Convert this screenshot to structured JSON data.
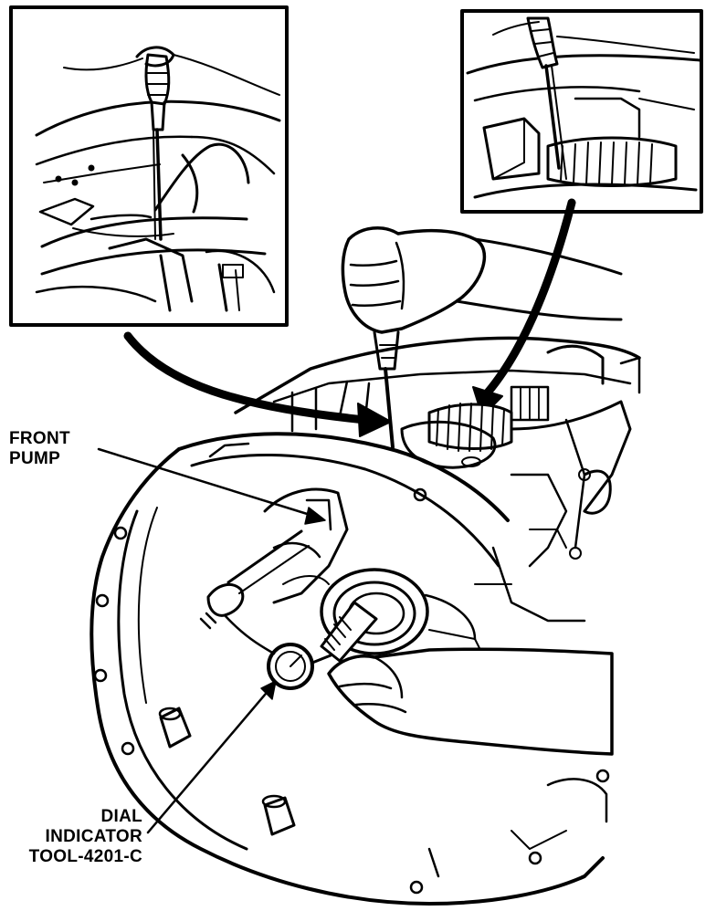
{
  "labels": {
    "front_pump": {
      "line1": "FRONT",
      "line2": "PUMP"
    },
    "dial_indicator": {
      "line1": "DIAL",
      "line2": "INDICATOR",
      "line3": "TOOL-4201-C"
    }
  },
  "colors": {
    "ink": "#000000",
    "paper": "#ffffff"
  }
}
